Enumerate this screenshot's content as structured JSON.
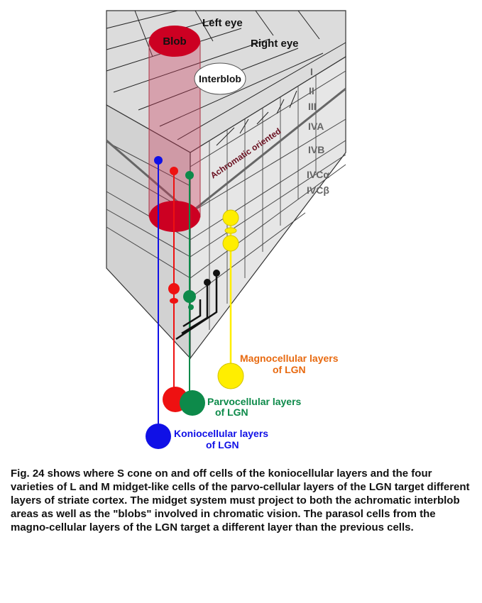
{
  "labels": {
    "left_eye": "Left eye",
    "right_eye": "Right eye",
    "blob": "Blob",
    "interblob": "Interblob",
    "achromatic": "Achromatic oriented",
    "layers": [
      "I",
      "II",
      "III",
      "IVA",
      "IVB",
      "IVCα",
      "IVCβ"
    ],
    "magno_line1": "Magnocellular layers",
    "magno_line2": "of LGN",
    "parvo_line1": "Parvocellular layers",
    "parvo_line2": "of LGN",
    "konio_line1": "Koniocellular layers",
    "konio_line2": "of LGN"
  },
  "colors": {
    "konio": "#1010e6",
    "parvo_red": "#ee1111",
    "parvo_green": "#0d8a4a",
    "magno": "#ffee00",
    "blob": "#cc0022",
    "magno_text": "#e86a10",
    "achromatic_text": "#6a1020"
  },
  "caption": "Fig. 24 shows where S cone on and off cells of the koniocellular layers and the four varieties of L and M midget-like cells of the parvo-cellular layers of the LGN target different layers of striate cortex. The midget system must project to both the achromatic interblob areas as well as the \"blobs\" involved in chromatic vision. The parasol cells from the magno-cellular layers of the LGN target a different layer than the previous cells."
}
